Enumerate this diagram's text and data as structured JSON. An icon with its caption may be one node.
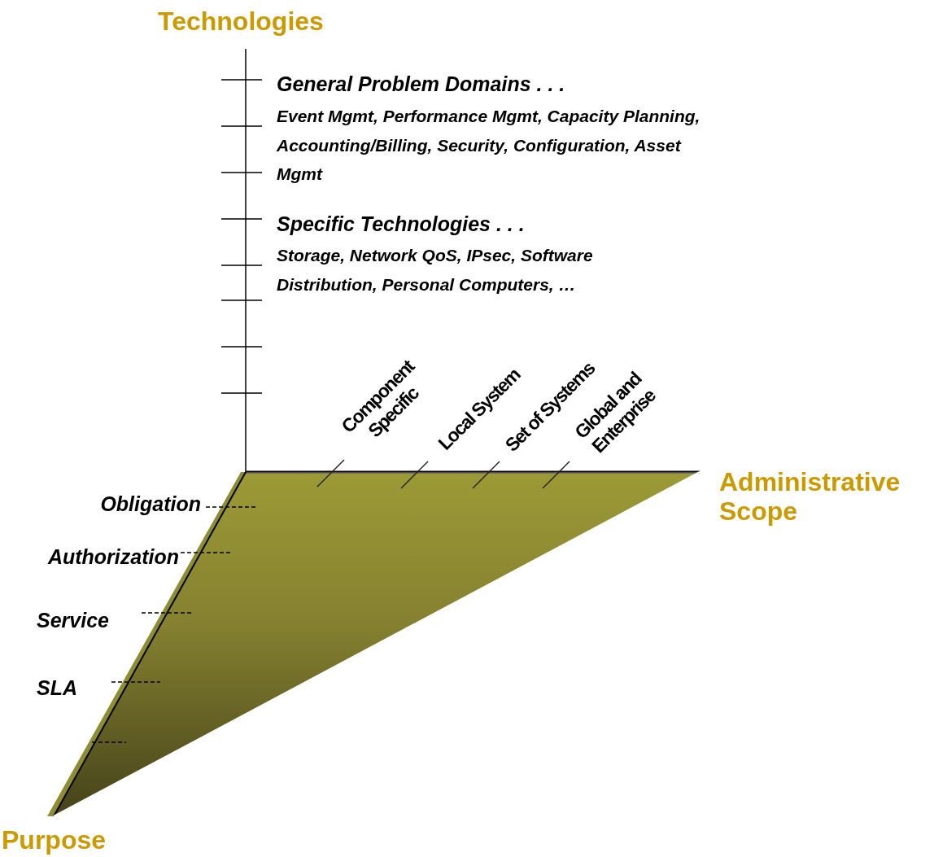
{
  "diagram": {
    "labels": [
      "Technologies",
      "General Problem Domains . . .",
      "Event Mgmt, Performance Mgmt, Capacity Planning, Accounting/Billing, Security, Configuration, Asset Mgmt",
      "Specific Technologies . . .",
      "Storage, Network QoS, IPsec, Software Distribution, Personal Computers, …",
      "Component Specific",
      "Local System",
      "Set of Systems",
      "Global and Enterprise",
      "Administrative Scope",
      "Obligation",
      "Authorization",
      "Service",
      "SLA",
      "Purpose"
    ]
  }
}
